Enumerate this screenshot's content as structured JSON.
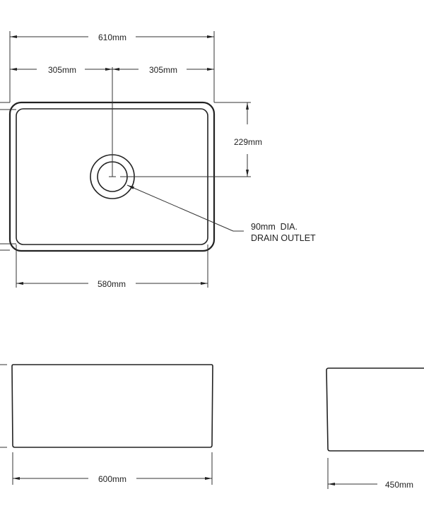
{
  "plan_view": {
    "overall_width": "610mm",
    "half_width_left": "305mm",
    "half_width_right": "305mm",
    "drain_offset": "229mm",
    "drain_label_line1": "90mm  DIA.",
    "drain_label_line2": "DRAIN OUTLET",
    "inner_width": "580mm"
  },
  "front_view": {
    "width": "600mm"
  },
  "side_view": {
    "depth": "450mm"
  },
  "colors": {
    "line": "#222222",
    "background": "#ffffff"
  }
}
